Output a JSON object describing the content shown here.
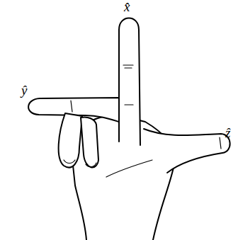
{
  "diagram": {
    "labels": [
      "x̂",
      "ŷ",
      "ẑ"
    ]
  }
}
